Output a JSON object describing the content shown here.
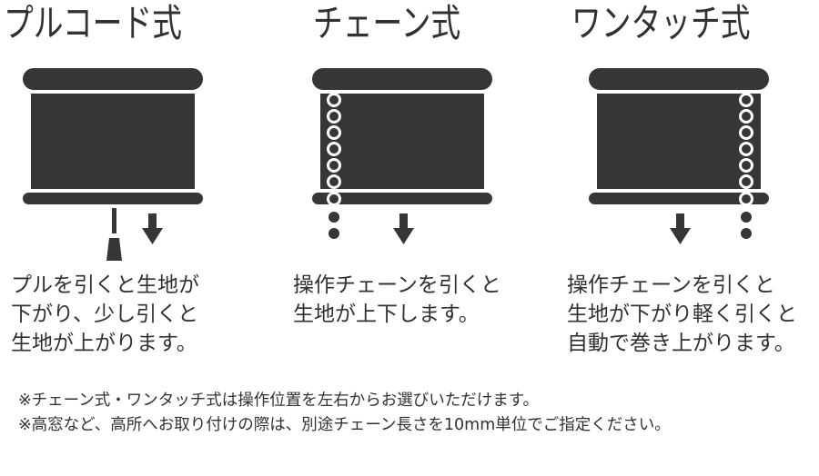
{
  "methods": [
    {
      "title": "プルコード式",
      "description_lines": [
        "プルを引くと生地が",
        "下がり、少し引くと",
        "生地が上がります。"
      ],
      "operation": "pull-cord"
    },
    {
      "title": "チェーン式",
      "description_lines": [
        "操作チェーンを引くと",
        "生地が上下します。"
      ],
      "operation": "chain-left"
    },
    {
      "title": "ワンタッチ式",
      "description_lines": [
        "操作チェーンを引くと",
        "生地が下がり軽く引くと",
        "自動で巻き上がります。"
      ],
      "operation": "chain-right"
    }
  ],
  "notes": [
    "※チェーン式・ワンタッチ式は操作位置を左右からお選びいただけます。",
    "※高窓など、高所へお取り付けの際は、別途チェーン長さを10mm単位でご指定ください。"
  ],
  "colors": {
    "ink": "#383536",
    "text": "#333031",
    "background": "#ffffff"
  }
}
